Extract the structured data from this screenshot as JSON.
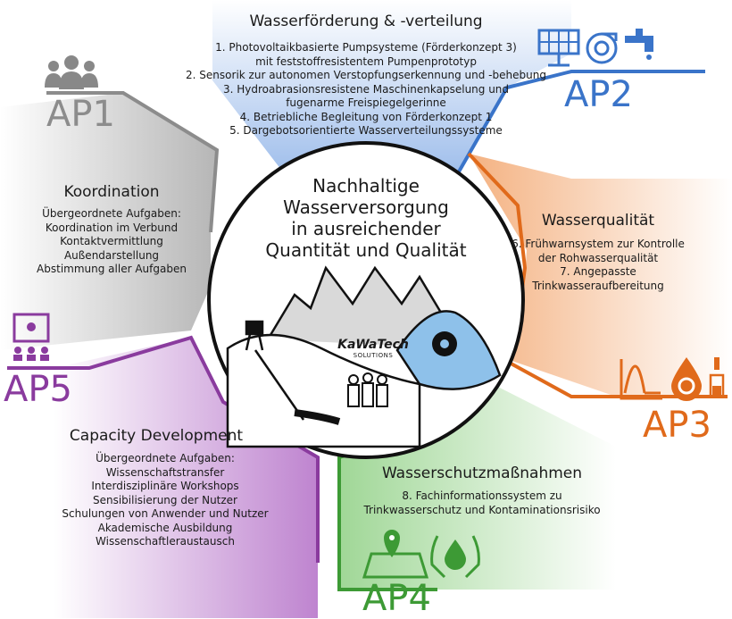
{
  "center": {
    "lines": [
      "Nachhaltige",
      "Wasserversorgung",
      "in ausreichender",
      "Quantität und Qualität"
    ],
    "logo_line1": "KaWaTech",
    "logo_line2": "SOLUTIONS"
  },
  "ap2": {
    "label": "AP2",
    "title": "Wasserförderung & -verteilung",
    "items": [
      "1. Photovoltaikbasierte Pumpsysteme (Förderkonzept 3)",
      "mit feststoffresistentem Pumpenprototyp",
      "2. Sensorik zur autonomen Verstopfungserkennung und -behebung",
      "3. Hydroabrasionsresistene Maschinenkapselung und",
      "fugenarme Freispiegelgerinne",
      "4. Betriebliche Begleitung von Förderkonzept 1",
      "5. Dargebotsorientierte Wasserverteilungssysteme"
    ],
    "color": "#3a74c9",
    "fill": "#aec8ef"
  },
  "ap1": {
    "label": "AP1",
    "title": "Koordination",
    "items": [
      "Übergeordnete Aufgaben:",
      "Koordination im Verbund",
      "Kontaktvermittlung",
      "Außendarstellung",
      "Abstimmung aller Aufgaben"
    ],
    "color": "#8c8c8c",
    "fill": "#cdcdcd"
  },
  "ap3": {
    "label": "AP3",
    "title": "Wasserqualität",
    "items": [
      "6. Frühwarnsystem zur Kontrolle",
      "der Rohwasserqualität",
      "7. Angepasste",
      "Trinkwasseraufbereitung"
    ],
    "color": "#e06a1b",
    "fill": "#f7c9a4"
  },
  "ap4": {
    "label": "AP4",
    "title": "Wasserschutzmaßnahmen",
    "items": [
      "8. Fachinformationssystem zu",
      "Trinkwasserschutz und Kontaminationsrisiko"
    ],
    "color": "#3d9a35",
    "fill": "#bfe3b6"
  },
  "ap5": {
    "label": "AP5",
    "title": "Capacity Development",
    "items": [
      "Übergeordnete Aufgaben:",
      "Wissenschaftstransfer",
      "Interdisziplinäre Workshops",
      "Sensibilisierung der Nutzer",
      "Schulungen von Anwender und Nutzer",
      "Akademische Ausbildung",
      "Wissenschaftleraustausch"
    ],
    "color": "#8a3b9e",
    "fill": "#d9bde3"
  }
}
